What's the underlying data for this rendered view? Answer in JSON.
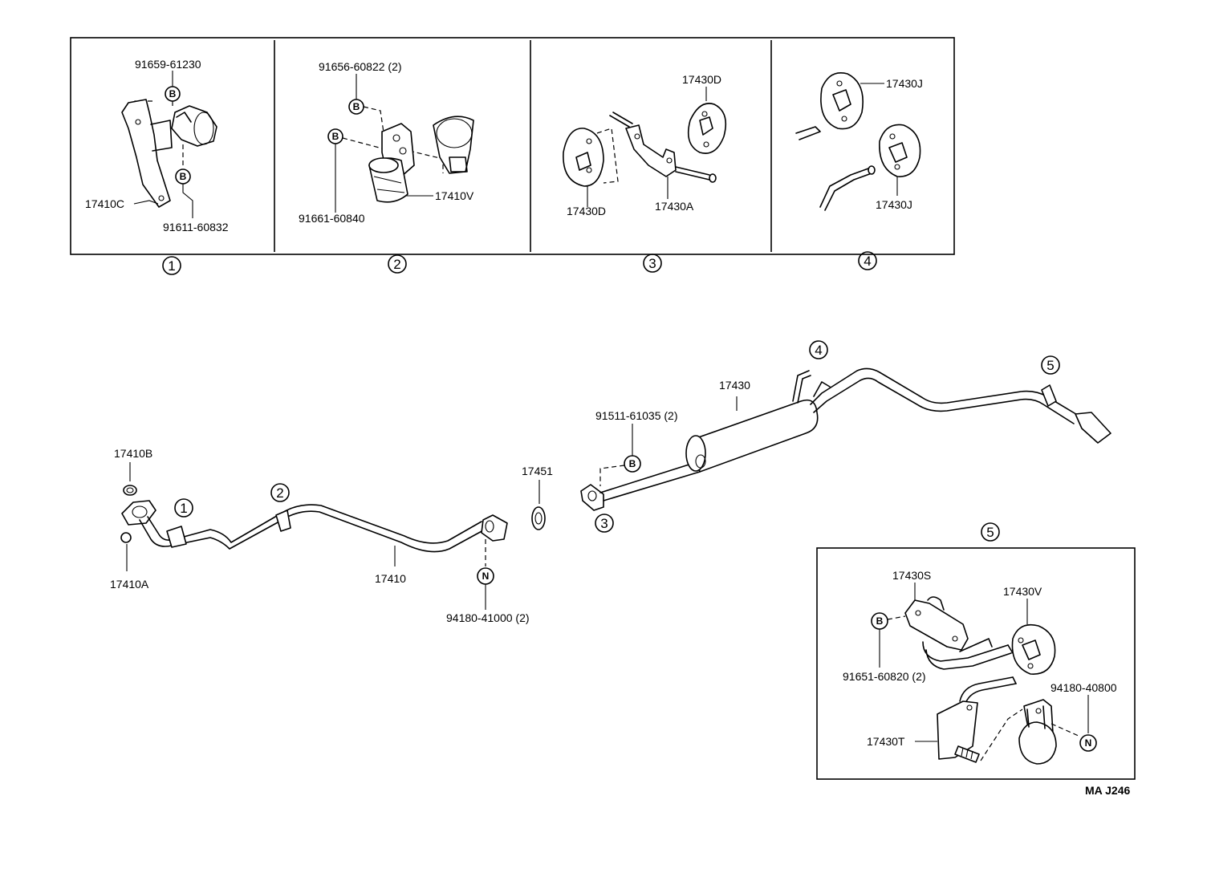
{
  "panels": {
    "p1": {
      "marker": "1",
      "part_a": "91659-61230",
      "part_b": "17410C",
      "part_c": "91611-60832",
      "sym_a": "B",
      "sym_b": "B"
    },
    "p2": {
      "marker": "2",
      "part_a": "91656-60822 (2)",
      "part_b": "91661-60840",
      "part_c": "17410V",
      "sym_a": "B",
      "sym_b": "B"
    },
    "p3": {
      "marker": "3",
      "part_a": "17430D",
      "part_b": "17430D",
      "part_c": "17430A"
    },
    "p4": {
      "marker": "4",
      "part_a": "17430J",
      "part_b": "17430J"
    },
    "p5": {
      "marker": "5",
      "part_a": "17430S",
      "part_b": "17430V",
      "part_c": "91651-60820 (2)",
      "part_d": "94180-40800",
      "part_e": "17430T",
      "sym_a": "B",
      "sym_b": "N"
    }
  },
  "main": {
    "front_pipe": "17410",
    "gasket_b": "17410B",
    "gasket_a": "17410A",
    "nut_part": "94180-41000 (2)",
    "nut_sym": "N",
    "gasket_mid": "17451",
    "bolt_part": "91511-61035 (2)",
    "bolt_sym": "B",
    "muffler": "17430",
    "marker_1": "1",
    "marker_2": "2",
    "marker_3": "3",
    "marker_4": "4",
    "marker_5": "5"
  },
  "diagram_code": "MA J246"
}
